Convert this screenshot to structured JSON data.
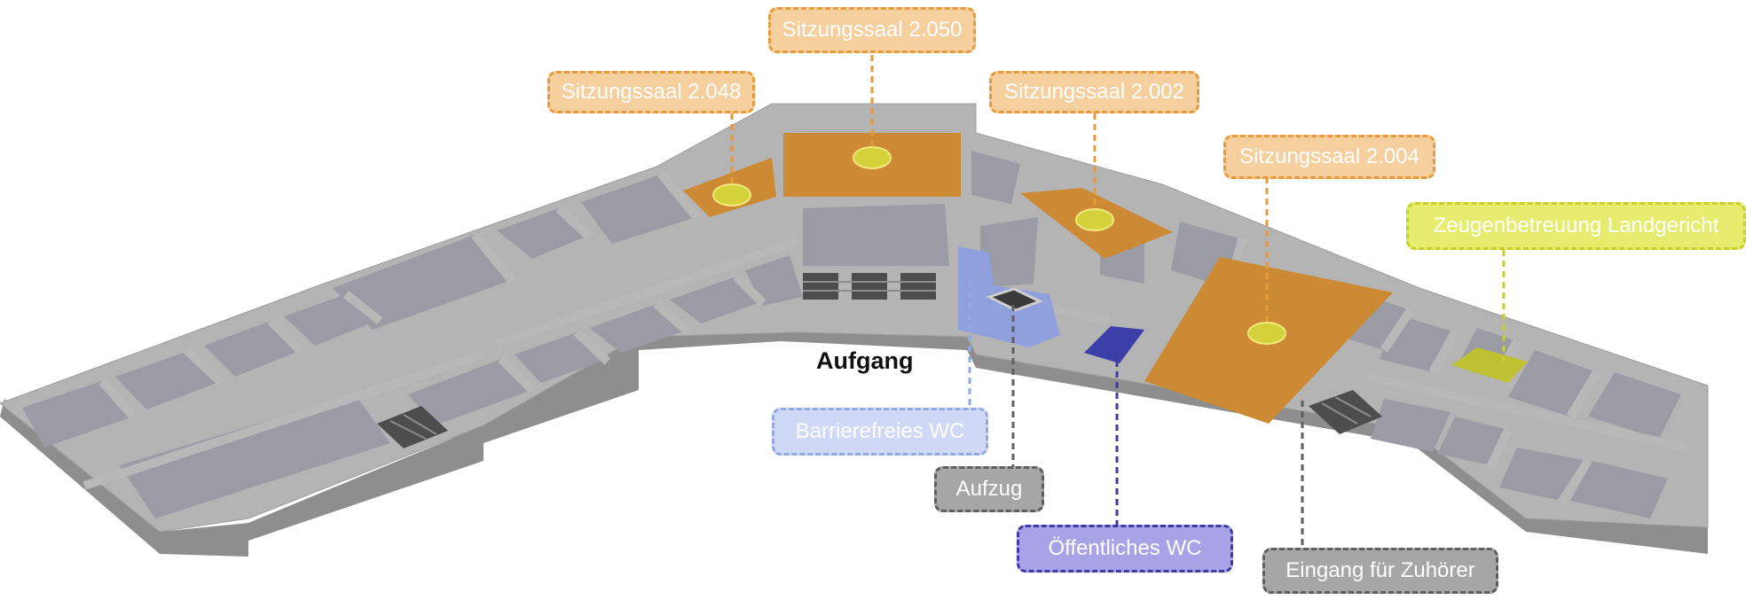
{
  "rooms": {
    "saal_2048": "Sitzungssaal 2.048",
    "saal_2050": "Sitzungssaal 2.050",
    "saal_2002": "Sitzungssaal 2.002",
    "saal_2004": "Sitzungssaal 2.004",
    "zeugen": "Zeugenbetreuung Landgericht",
    "barrierefrei_wc": "Barrierefreies WC",
    "aufzug": "Aufzug",
    "oeffentliches_wc": "Öffentliches WC",
    "eingang": "Eingang für Zuhörer",
    "aufgang": "Aufgang"
  },
  "colors": {
    "courtroom_fill": "#cd8a34",
    "label_orange": "#f5cf9e",
    "label_yellow": "#e5ec6e",
    "label_lightblue": "#cfd9f6",
    "label_grey": "#a6a6a6",
    "label_purple": "#a8a3e6",
    "wall": "#b4b4b4",
    "floor": "#9a9aa4"
  }
}
